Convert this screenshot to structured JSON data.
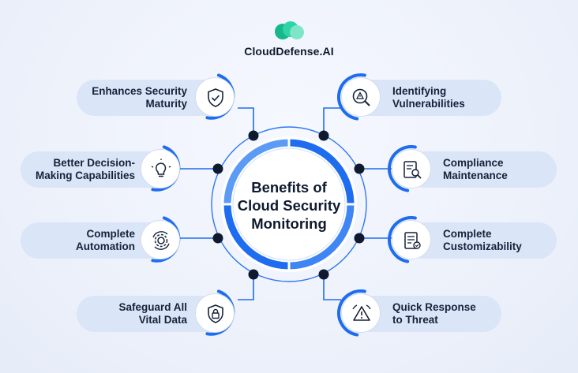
{
  "brand": {
    "name": "CloudDefense.AI",
    "logo": "cloud-logo-icon"
  },
  "center": {
    "line1": "Benefits of",
    "line2": "Cloud Security",
    "line3": "Monitoring"
  },
  "benefits_left": [
    {
      "line1": "Enhances Security",
      "line2": "Maturity",
      "icon": "shield-check-icon"
    },
    {
      "line1": "Better Decision-",
      "line2": "Making Capabilities",
      "icon": "lightbulb-icon"
    },
    {
      "line1": "Complete",
      "line2": "Automation",
      "icon": "gear-cycle-icon"
    },
    {
      "line1": "Safeguard All",
      "line2": "Vital Data",
      "icon": "lock-shield-icon"
    }
  ],
  "benefits_right": [
    {
      "line1": "Identifying",
      "line2": "Vulnerabilities",
      "icon": "magnifier-warning-icon"
    },
    {
      "line1": "Compliance",
      "line2": "Maintenance",
      "icon": "clipboard-search-icon"
    },
    {
      "line1": "Complete",
      "line2": "Customizability",
      "icon": "checklist-icon"
    },
    {
      "line1": "Quick Response",
      "line2": "to Threat",
      "icon": "alarm-warning-icon"
    }
  ],
  "colors": {
    "accent": "#1e6cf0",
    "accent_light": "#6aa6ff",
    "node": "#0f1a2e",
    "pill": "#dbe5f8",
    "brand_green": "#1fc79a"
  }
}
